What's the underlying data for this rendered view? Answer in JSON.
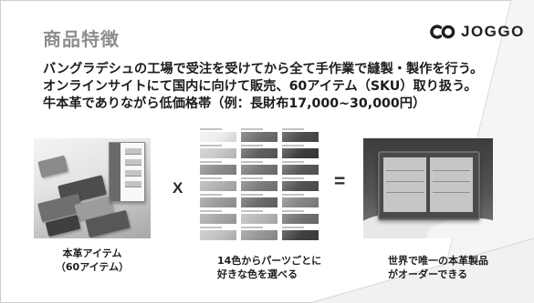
{
  "slide": {
    "title": "商品特徴",
    "logo": {
      "text": "JOGGO",
      "icon": "joggo-logo-icon"
    },
    "bullets": [
      "バングラデシュの工場で受注を受けてから全て手作業で縫製・製作を行う。",
      "オンラインサイトにて国内に向けて販売、60アイテム（SKU）取り扱う。",
      "牛本革でありながら低価格帯（例：長財布17,000~30,000円）"
    ],
    "operators": {
      "times": "X",
      "equals": "="
    },
    "items": [
      {
        "caption": [
          "本革アイテム",
          "（60アイテム）"
        ]
      },
      {
        "caption": [
          "14色からパーツごとに",
          "好きな色を選べる"
        ]
      },
      {
        "caption": [
          "世界で唯一の本革製品",
          "がオーダーできる"
        ]
      }
    ],
    "swatches": [
      "#eeeeee",
      "#707070",
      "#4c4c4c",
      "#c9c9c9",
      "#5e5e5e",
      "#3e3e3e",
      "#8c8c8c",
      "#787878",
      "#5a5a5a",
      "#b2b2b2",
      "#7c7c7c",
      "#525252",
      "#9c9c9c",
      "#6a6a6a",
      "#868686",
      "#a8a8a8",
      "#b9b9b9",
      "#727272",
      "#c2c2c2",
      "#979797",
      "#404040"
    ]
  },
  "colors": {
    "title": "#8e8e8e",
    "text": "#1c1c1c"
  }
}
